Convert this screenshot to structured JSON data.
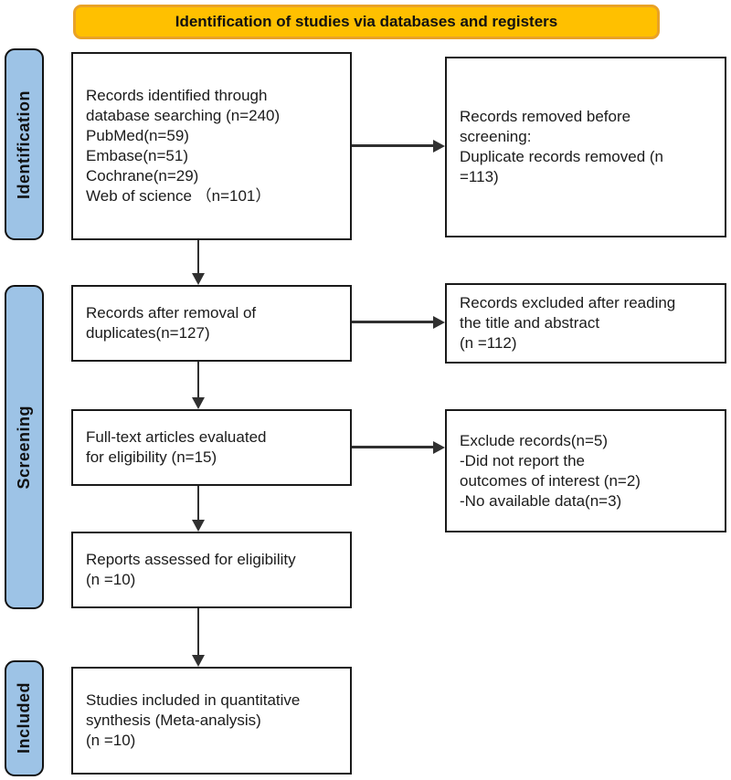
{
  "title": {
    "label": "Identification of studies via databases and registers"
  },
  "colors": {
    "banner_fill": "#FFC000",
    "banner_border": "#E9A227",
    "stage_fill": "#9DC3E6",
    "arrow_color": "#303030",
    "text_color": "#1B1B1B"
  },
  "stages": [
    {
      "label": "Identification"
    },
    {
      "label": "Screening"
    },
    {
      "label": "Included"
    }
  ],
  "flow_boxes": [
    {
      "id": "records-identified",
      "text": "Records identified through\ndatabase searching (n=240)\nPubMed(n=59)\nEmbase(n=51)\nCochrane(n=29)\nWeb of science （n=101）"
    },
    {
      "id": "after-duplicates",
      "text": "Records after removal of\nduplicates(n=127)"
    },
    {
      "id": "fulltext-evaluated",
      "text": "Full-text articles evaluated\nfor eligibility (n=15)"
    },
    {
      "id": "reports-assessed",
      "text": "Reports assessed for eligibility\n(n =10)"
    },
    {
      "id": "studies-included",
      "text": "Studies included in quantitative\nsynthesis (Meta-analysis)\n(n =10)"
    }
  ],
  "side_boxes": [
    {
      "id": "removed-before-screening",
      "text": "Records removed before\nscreening:\nDuplicate records removed (n\n=113)"
    },
    {
      "id": "excluded-title-abstract",
      "text": "Records excluded after reading\nthe title and abstract\n(n =112)"
    },
    {
      "id": "exclude-records",
      "text": "Exclude records(n=5)\n-Did not report the\noutcomes of interest (n=2)\n-No available data(n=3)"
    }
  ]
}
